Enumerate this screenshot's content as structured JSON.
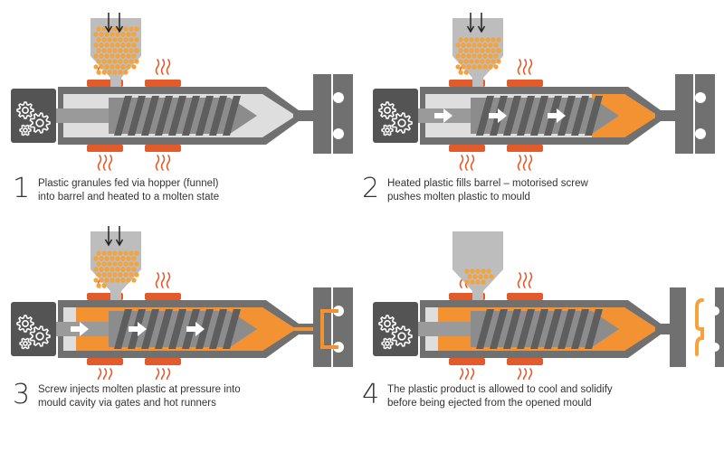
{
  "colors": {
    "background": "#ffffff",
    "machine_grey": "#707070",
    "machine_dark": "#545454",
    "barrel_light": "#dedede",
    "heater": "#e35b2a",
    "heat_waves": "#e2592a",
    "molten_plastic": "#f39233",
    "granules": "#f5a33a",
    "hopper": "#bdbdbd",
    "text": "#333333"
  },
  "icons": [
    "gear-icon",
    "arrow-down-icon",
    "arrow-right-icon",
    "heat-wave-icon"
  ],
  "steps": [
    {
      "number": "1",
      "caption_lines": [
        "Plastic granules fed via hopper (funnel)",
        "into barrel and heated to a molten state"
      ]
    },
    {
      "number": "2",
      "caption_lines": [
        "Heated plastic fills barrel – motorised screw",
        "pushes molten plastic to mould"
      ]
    },
    {
      "number": "3",
      "caption_lines": [
        "Screw injects molten plastic at pressure into",
        "mould cavity via gates and hot runners"
      ]
    },
    {
      "number": "4",
      "caption_lines": [
        "The plastic product is allowed to cool and solidify",
        "before being ejected from the opened mould"
      ]
    }
  ]
}
